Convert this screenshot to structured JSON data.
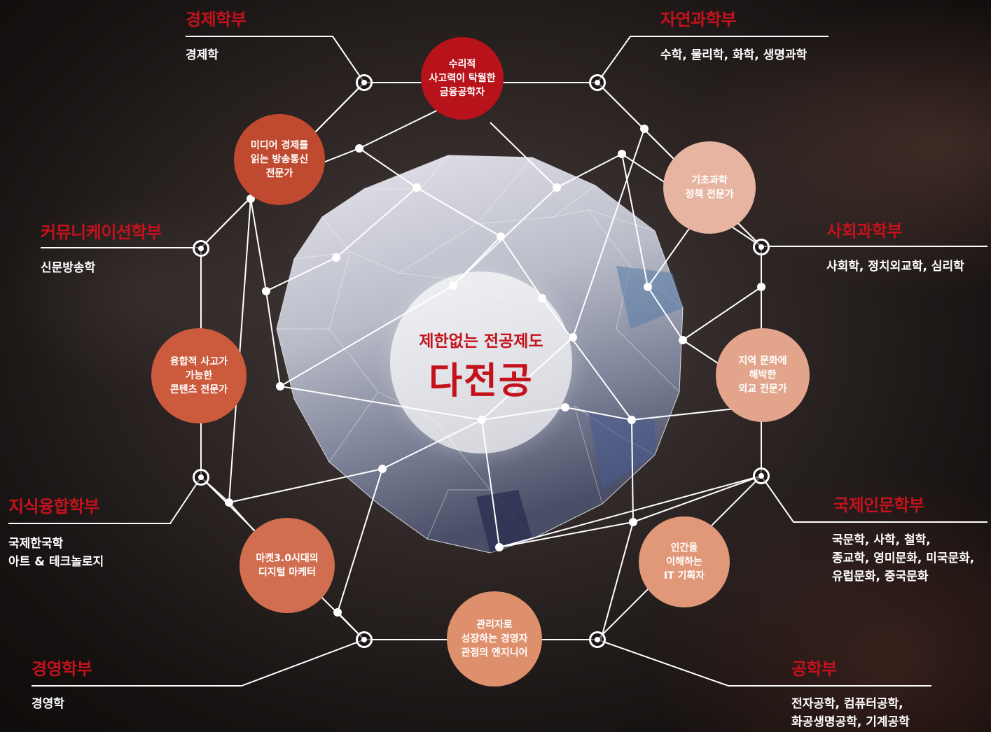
{
  "center": {
    "subtitle": "제한없는 전공제도",
    "title": "다전공"
  },
  "departments": [
    {
      "id": "economics",
      "title": "경제학부",
      "majors": [
        "경제학"
      ]
    },
    {
      "id": "natural-science",
      "title": "자연과학부",
      "majors": [
        "수학, 물리학, 화학, 생명과학"
      ]
    },
    {
      "id": "communication",
      "title": "커뮤니케이션학부",
      "majors": [
        "신문방송학"
      ]
    },
    {
      "id": "social-science",
      "title": "사회과학부",
      "majors": [
        "사회학, 정치외교학, 심리학"
      ]
    },
    {
      "id": "knowledge-convergence",
      "title": "지식융합학부",
      "majors": [
        "국제한국학",
        "아트 & 테크놀로지"
      ]
    },
    {
      "id": "international-humanities",
      "title": "국제인문학부",
      "majors": [
        "국문학, 사학, 철학,",
        "종교학, 영미문화, 미국문화,",
        "유럽문화, 중국문화"
      ]
    },
    {
      "id": "business",
      "title": "경영학부",
      "majors": [
        "경영학"
      ]
    },
    {
      "id": "engineering",
      "title": "공학부",
      "majors": [
        "전자공학, 컴퓨터공학,",
        "화공생명공학, 기계공학"
      ]
    }
  ],
  "careers": [
    {
      "id": "financial-engineer",
      "lines": [
        "수리적",
        "사고력이 탁월한",
        "금융공학자"
      ],
      "color": "#b8121a"
    },
    {
      "id": "broadcast-expert",
      "lines": [
        "미디어 경제를",
        "읽는 방송통신",
        "전문가"
      ],
      "color": "#c04a2f"
    },
    {
      "id": "science-policy",
      "lines": [
        "기초과학",
        "정책 전문가"
      ],
      "color": "#e6b4a0"
    },
    {
      "id": "contents-expert",
      "lines": [
        "융합적 사고가",
        "가능한",
        "콘텐츠 전문가"
      ],
      "color": "#cc5a3c"
    },
    {
      "id": "diplomat",
      "lines": [
        "지역 문화에",
        "해박한",
        "외교 전문가"
      ],
      "color": "#e2a58c"
    },
    {
      "id": "digital-marketer",
      "lines": [
        "마켓3.0시대의",
        "디지털 마케터"
      ],
      "color": "#d26e50"
    },
    {
      "id": "it-planner",
      "lines": [
        "인간을",
        "이해하는",
        "IT 기획자"
      ],
      "color": "#e09878"
    },
    {
      "id": "engineer-manager",
      "lines": [
        "관리자로",
        "성장하는 경영자",
        "관점의 엔지니어"
      ],
      "color": "#de906c"
    }
  ]
}
